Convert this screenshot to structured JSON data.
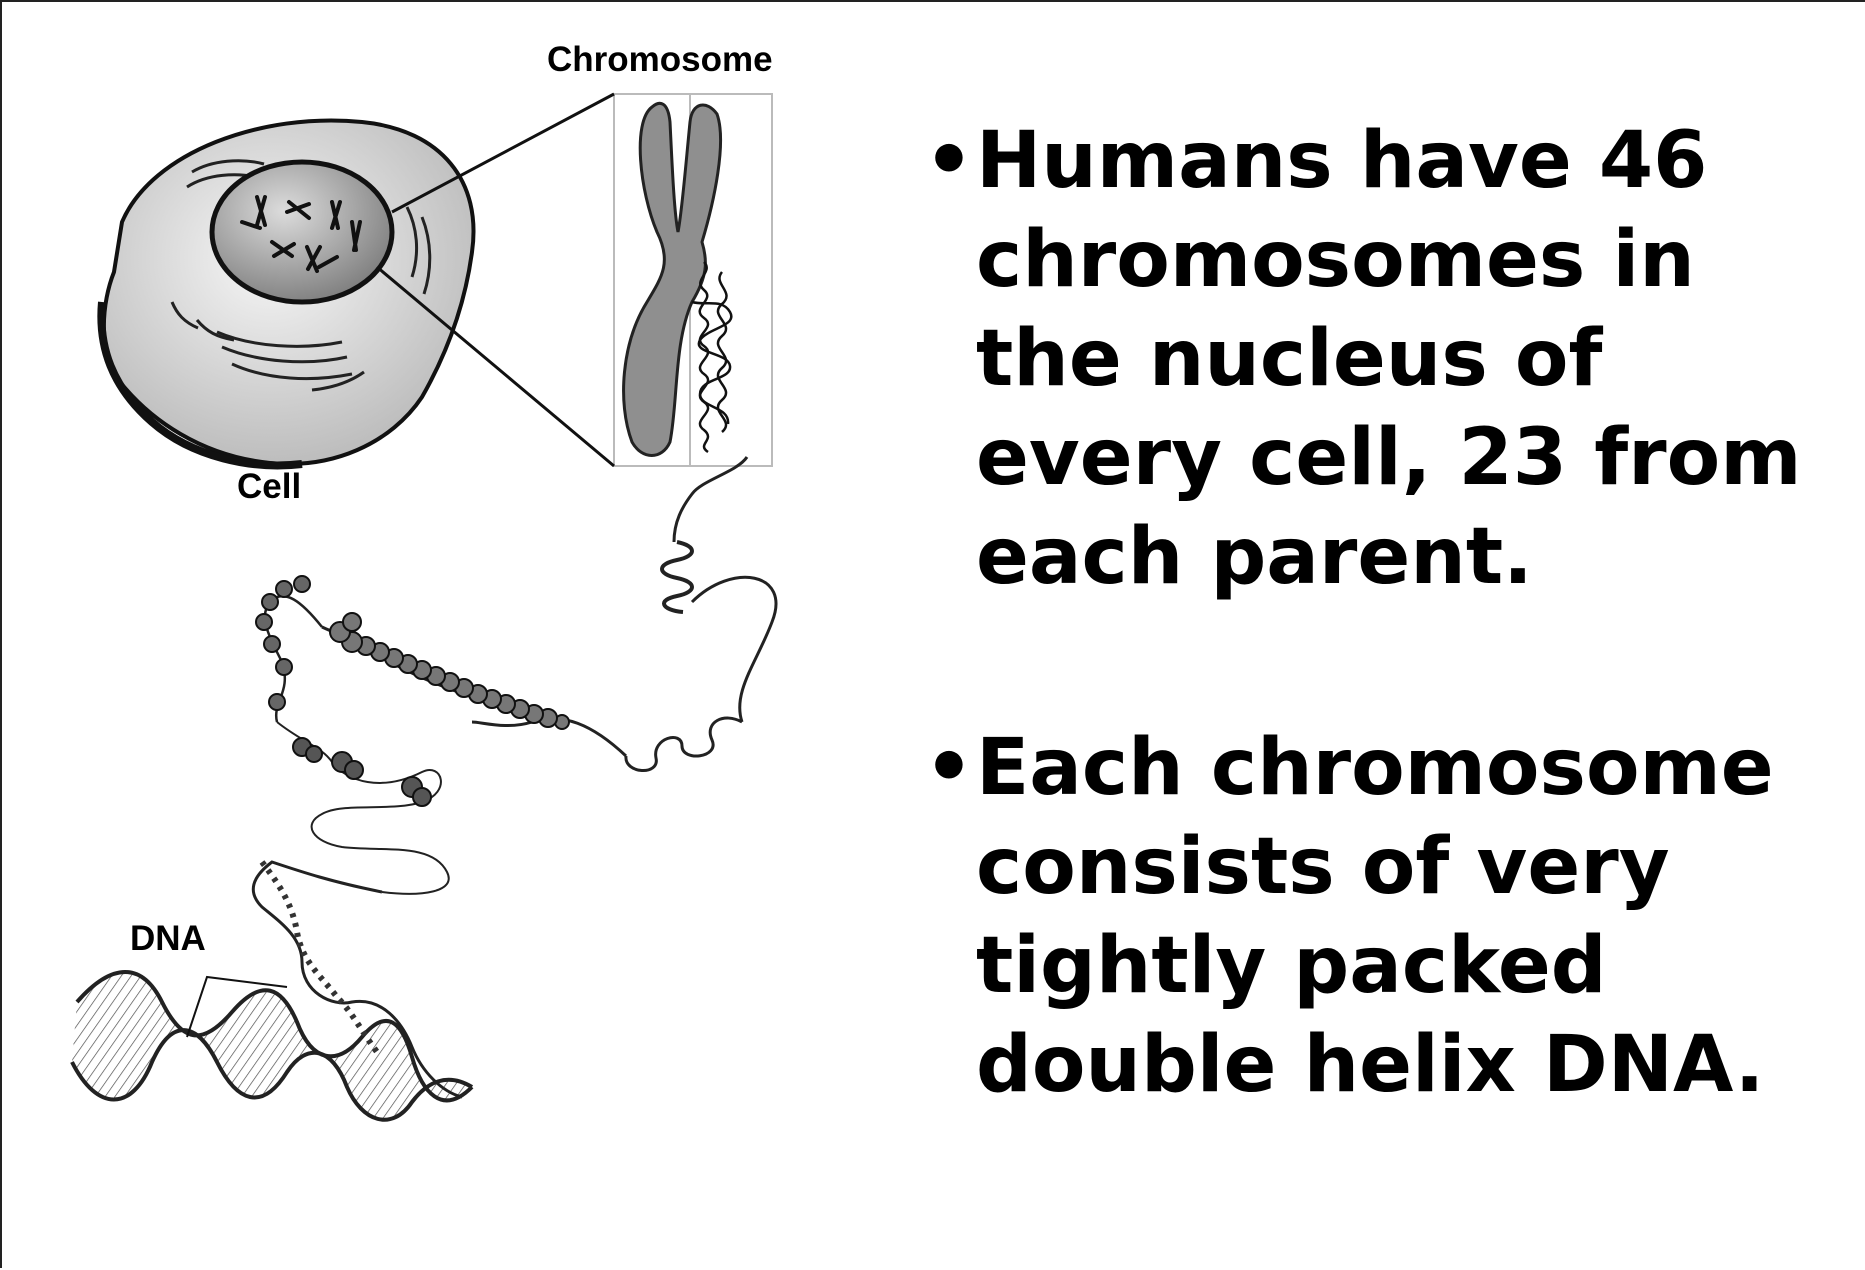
{
  "figure": {
    "labels": {
      "chromosome": "Chromosome",
      "cell": "Cell",
      "dna": "DNA"
    }
  },
  "bullets": [
    {
      "text": "Humans have 46 chromosomes in the nucleus of every cell, 23 from each parent."
    },
    {
      "text": "Each chromosome consists of very tightly packed double helix DNA."
    }
  ],
  "colors": {
    "ink": "#000000",
    "chromosome_fill": "#8f8f8f",
    "nucleus_fill": "#a8a8a8",
    "cell_fill": "#e2e2e2"
  }
}
